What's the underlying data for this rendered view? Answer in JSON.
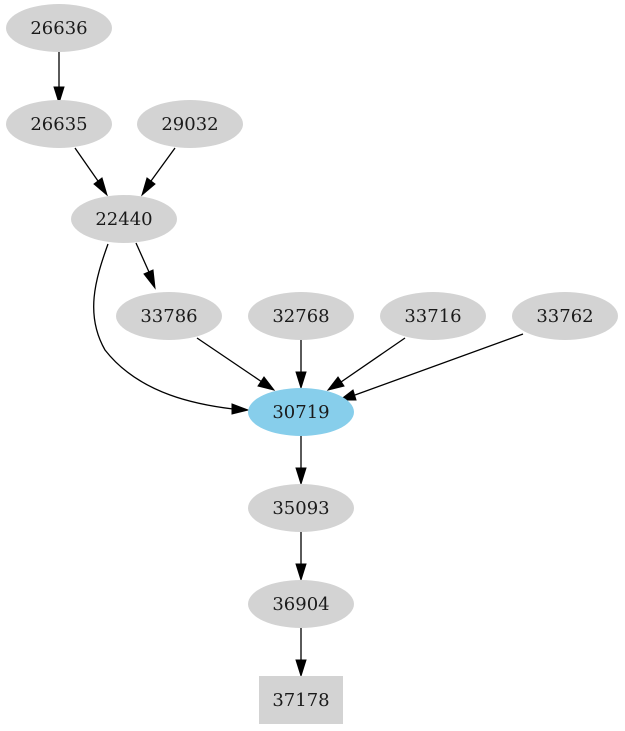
{
  "diagram": {
    "colors": {
      "node_default": "#d3d3d3",
      "node_highlight": "#87ceeb",
      "edge": "#000000",
      "text": "#1a1a1a",
      "background": "#ffffff"
    },
    "nodes": [
      {
        "id": "26636",
        "label": "26636",
        "shape": "ellipse",
        "highlight": false
      },
      {
        "id": "26635",
        "label": "26635",
        "shape": "ellipse",
        "highlight": false
      },
      {
        "id": "29032",
        "label": "29032",
        "shape": "ellipse",
        "highlight": false
      },
      {
        "id": "22440",
        "label": "22440",
        "shape": "ellipse",
        "highlight": false
      },
      {
        "id": "33786",
        "label": "33786",
        "shape": "ellipse",
        "highlight": false
      },
      {
        "id": "32768",
        "label": "32768",
        "shape": "ellipse",
        "highlight": false
      },
      {
        "id": "33716",
        "label": "33716",
        "shape": "ellipse",
        "highlight": false
      },
      {
        "id": "33762",
        "label": "33762",
        "shape": "ellipse",
        "highlight": false
      },
      {
        "id": "30719",
        "label": "30719",
        "shape": "ellipse",
        "highlight": true
      },
      {
        "id": "35093",
        "label": "35093",
        "shape": "ellipse",
        "highlight": false
      },
      {
        "id": "36904",
        "label": "36904",
        "shape": "ellipse",
        "highlight": false
      },
      {
        "id": "37178",
        "label": "37178",
        "shape": "box",
        "highlight": false
      }
    ],
    "edges": [
      {
        "from": "26636",
        "to": "26635"
      },
      {
        "from": "26635",
        "to": "22440"
      },
      {
        "from": "29032",
        "to": "22440"
      },
      {
        "from": "22440",
        "to": "33786"
      },
      {
        "from": "22440",
        "to": "30719"
      },
      {
        "from": "33786",
        "to": "30719"
      },
      {
        "from": "32768",
        "to": "30719"
      },
      {
        "from": "33716",
        "to": "30719"
      },
      {
        "from": "33762",
        "to": "30719"
      },
      {
        "from": "30719",
        "to": "35093"
      },
      {
        "from": "35093",
        "to": "36904"
      },
      {
        "from": "36904",
        "to": "37178"
      }
    ]
  }
}
